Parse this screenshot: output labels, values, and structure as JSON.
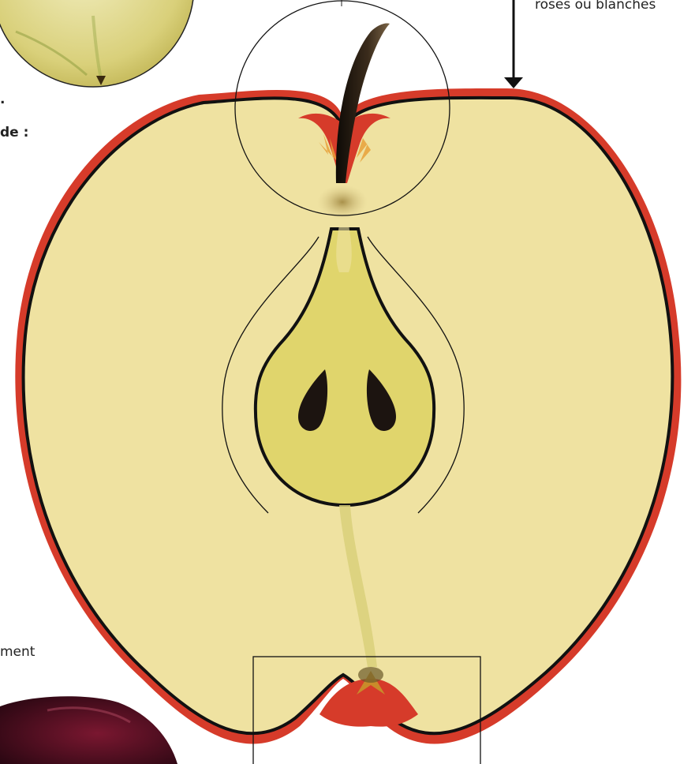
{
  "texts": {
    "top_right": "roses ou blanches",
    "left_dot": ".",
    "left_de": "de :",
    "left_ment": "ment"
  },
  "colors": {
    "skin_red": "#d63b2a",
    "flesh": "#efe2a1",
    "core": "#e0d56c",
    "outline": "#111111",
    "seed": "#1c1410",
    "stem": "#2a1f14",
    "dark_apple": "#4a0f1f"
  },
  "icons": {
    "pointer_arrow": "arrow-down-icon"
  }
}
